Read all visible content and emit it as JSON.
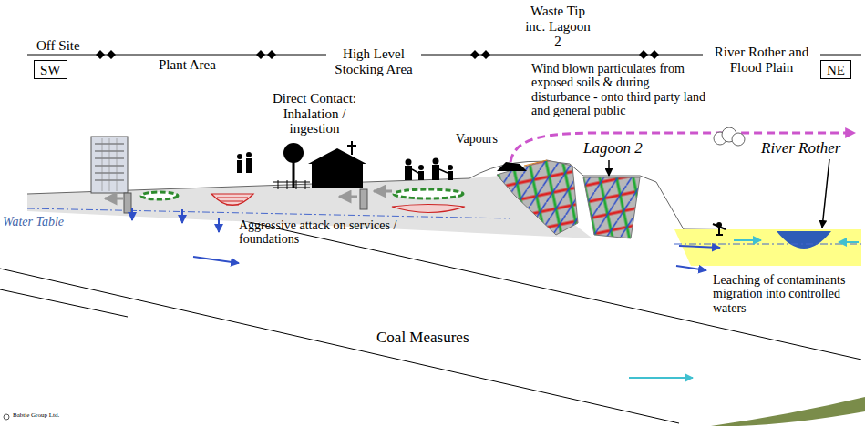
{
  "diagram": {
    "nodes": [
      {
        "text": [
          "SW"
        ]
      },
      {
        "text": [
          "NE"
        ]
      }
    ],
    "labels": [
      "Off Site",
      "Plant Area",
      "High Level Stocking Area",
      "Waste Tip inc. Lagoon 2",
      "River Rother and Flood Plain",
      "Wind blown particulates from exposed soils & during disturbance - onto third party land and general public",
      "Direct Contact: Inhalation / ingestion",
      "Vapours",
      "Lagoon 2",
      "River Rother",
      "Water Table",
      "Aggressive attack on services / foundations",
      "Coal Measures",
      "Leaching of contaminants migration into controlled waters",
      "Babtie Group Ltd."
    ]
  }
}
